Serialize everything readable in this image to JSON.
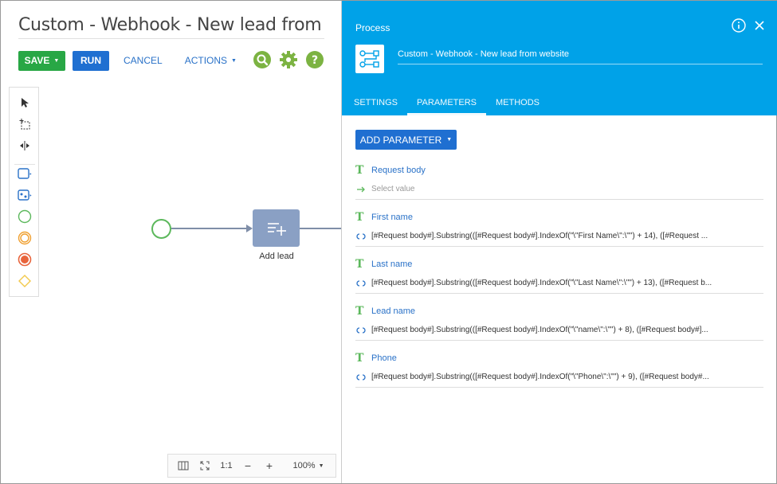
{
  "designer": {
    "title": "Custom - Webhook - New lead from website",
    "save_label": "SAVE",
    "run_label": "RUN",
    "cancel_label": "CANCEL",
    "actions_label": "ACTIONS",
    "task_label": "Add lead"
  },
  "zoom": {
    "ratio_label": "1:1",
    "minus": "−",
    "plus": "+",
    "level": "100%"
  },
  "panel": {
    "header": "Process",
    "process_name": "Custom - Webhook - New lead from website",
    "tabs": [
      {
        "label": "SETTINGS"
      },
      {
        "label": "PARAMETERS"
      },
      {
        "label": "METHODS"
      }
    ],
    "active_tab": "PARAMETERS",
    "add_parameter_label": "ADD PARAMETER",
    "parameters": [
      {
        "name": "Request body",
        "value": "Select value"
      },
      {
        "name": "First name",
        "value": "[#Request body#].Substring(([#Request body#].IndexOf(\"\\\"First Name\\\":\\\"\") + 14), ([#Request ..."
      },
      {
        "name": "Last name",
        "value": "[#Request body#].Substring(([#Request body#].IndexOf(\"\\\"Last Name\\\":\\\"\") + 13), ([#Request b..."
      },
      {
        "name": "Lead name",
        "value": "[#Request body#].Substring(([#Request body#].IndexOf(\"\\\"name\\\":\\\"\") + 8), ([#Request body#]..."
      },
      {
        "name": "Phone",
        "value": "[#Request body#].Substring(([#Request body#].IndexOf(\"\\\"Phone\\\":\\\"\") + 9), ([#Request body#..."
      }
    ]
  },
  "colors": {
    "panel_header": "#00a2e8",
    "primary_button": "#1f6fd1",
    "save_button": "#28a745",
    "link": "#2a72c8"
  }
}
